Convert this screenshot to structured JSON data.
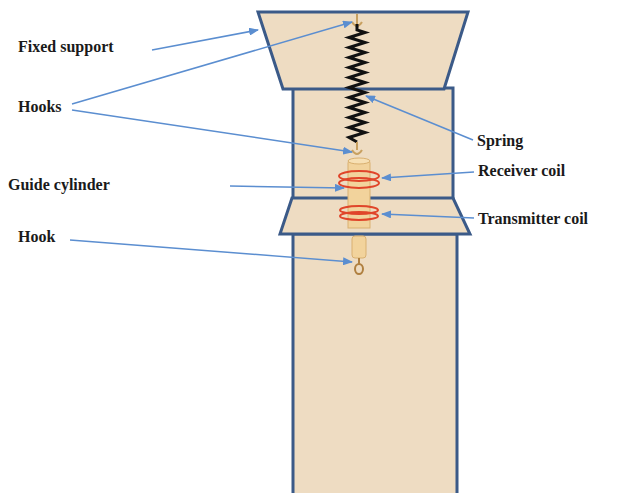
{
  "diagram": {
    "labels": [
      "Fixed support",
      "Hooks",
      "Spring",
      "Guide cylinder",
      "Receiver coil",
      "Transmitter coil",
      "Hook"
    ]
  }
}
